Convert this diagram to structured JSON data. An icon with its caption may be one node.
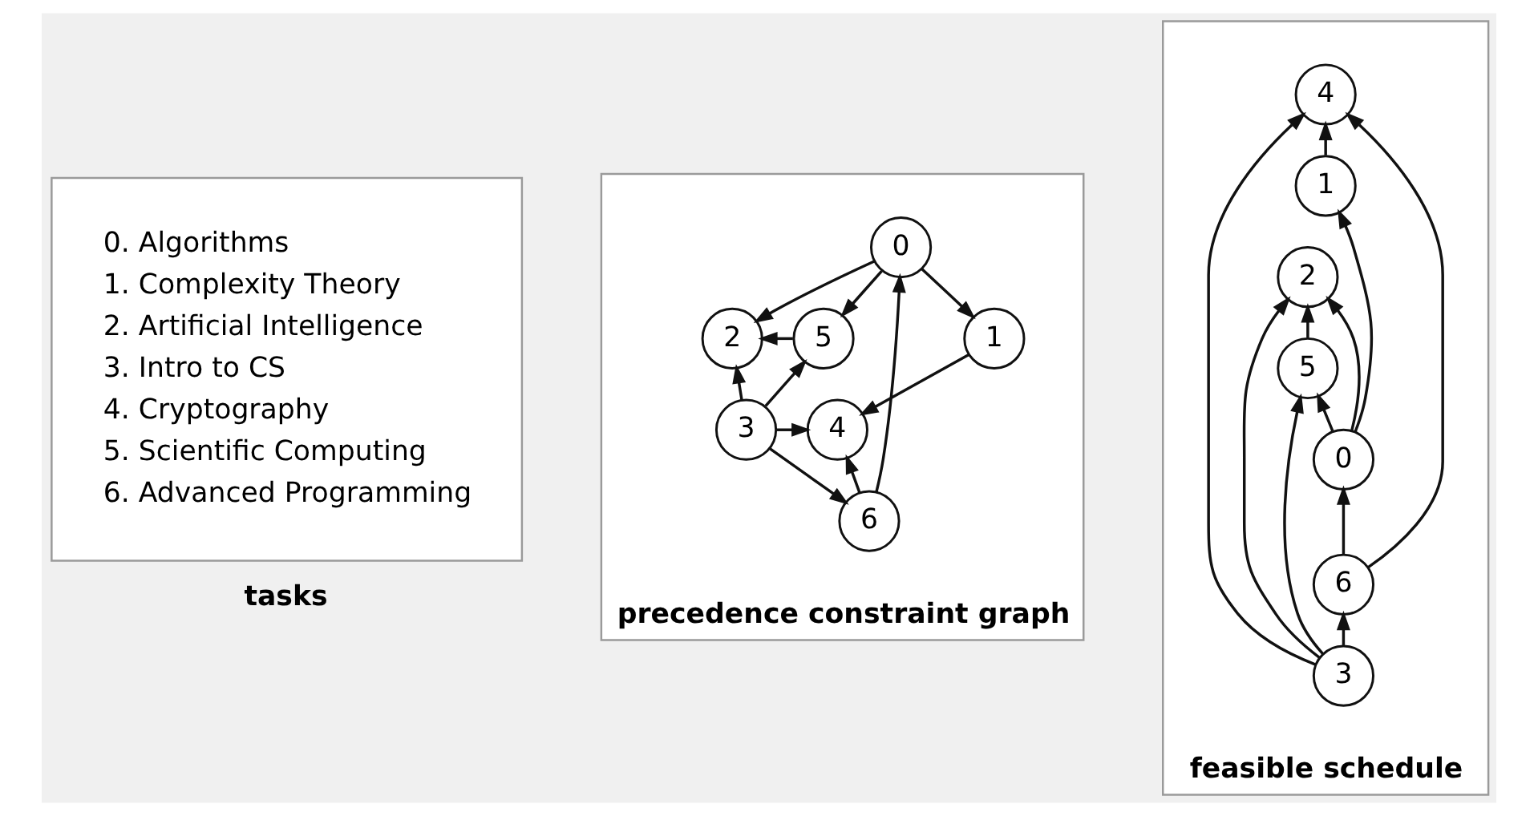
{
  "diagram": {
    "nodes": [
      {
        "text": [
          "0. Algorithms",
          "1. Complexity Theory",
          "2. Artificial Intelligence",
          "3. Intro to CS",
          "4. Cryptography",
          "5. Scientific Computing",
          "6. Advanced Programming"
        ],
        "beside": [
          "tasks"
        ]
      },
      {
        "text": [],
        "shape": "box",
        "beside": [
          "precedence constraint graph"
        ]
      },
      {
        "text": [
          "0"
        ],
        "in": 1
      },
      {
        "text": [
          "2"
        ],
        "in": 1
      },
      {
        "text": [
          "5"
        ],
        "in": 1
      },
      {
        "text": [
          "1"
        ],
        "in": 1
      },
      {
        "text": [
          "3"
        ],
        "in": 1
      },
      {
        "text": [
          "4"
        ],
        "in": 1
      },
      {
        "text": [
          "6"
        ],
        "in": 1
      },
      {
        "text": [],
        "shape": "box",
        "beside": [
          "feasible schedule"
        ]
      },
      {
        "text": [
          "4"
        ],
        "in": 9
      },
      {
        "text": [
          "1"
        ],
        "in": 9
      },
      {
        "text": [
          "2"
        ],
        "in": 9
      },
      {
        "text": [
          "5"
        ],
        "in": 9
      },
      {
        "text": [
          "0"
        ],
        "in": 9
      },
      {
        "text": [
          "6"
        ],
        "in": 9
      },
      {
        "text": [
          "3"
        ],
        "in": 9
      }
    ],
    "edges": [
      {
        "from": 2,
        "to": 3,
        "arrow": "to"
      },
      {
        "from": 2,
        "to": 4,
        "arrow": "to"
      },
      {
        "from": 2,
        "to": 5,
        "arrow": "to"
      },
      {
        "from": 4,
        "to": 3,
        "arrow": "to"
      },
      {
        "from": 5,
        "to": 7,
        "arrow": "to"
      },
      {
        "from": 6,
        "to": 3,
        "arrow": "to"
      },
      {
        "from": 6,
        "to": 4,
        "arrow": "to"
      },
      {
        "from": 6,
        "to": 7,
        "arrow": "to"
      },
      {
        "from": 6,
        "to": 8,
        "arrow": "to"
      },
      {
        "from": 8,
        "to": 7,
        "arrow": "to"
      },
      {
        "from": 8,
        "to": 2,
        "arrow": "to"
      },
      {
        "from": 11,
        "to": 10,
        "arrow": "to"
      },
      {
        "from": 14,
        "to": 11,
        "arrow": "to"
      },
      {
        "from": 15,
        "to": 10,
        "arrow": "to"
      },
      {
        "from": 16,
        "to": 10,
        "arrow": "to"
      },
      {
        "from": 13,
        "to": 12,
        "arrow": "to"
      },
      {
        "from": 14,
        "to": 12,
        "arrow": "to"
      },
      {
        "from": 16,
        "to": 12,
        "arrow": "to"
      },
      {
        "from": 14,
        "to": 13,
        "arrow": "to"
      },
      {
        "from": 16,
        "to": 13,
        "arrow": "to"
      },
      {
        "from": 15,
        "to": 14,
        "arrow": "to"
      },
      {
        "from": 16,
        "to": 15,
        "arrow": "to"
      }
    ]
  }
}
